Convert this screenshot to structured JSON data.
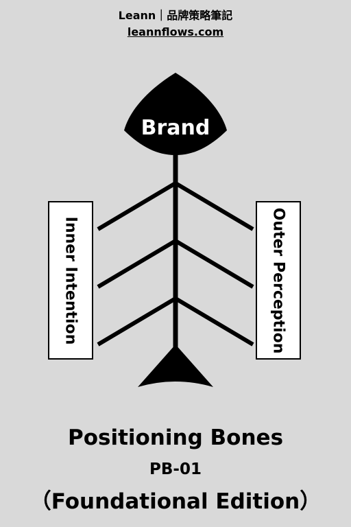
{
  "header": {
    "brand_line": "Leann｜品牌策略筆記",
    "site": "leannflows.com"
  },
  "diagram": {
    "head_label": "Brand",
    "left_label": "Inner Intention",
    "right_label": "Outer Perception"
  },
  "footer": {
    "title": "Positioning Bones",
    "code": "PB-01",
    "edition": "（Foundational Edition）"
  },
  "colors": {
    "background": "#d9d9d9",
    "ink": "#000000",
    "box_fill": "#ffffff"
  }
}
